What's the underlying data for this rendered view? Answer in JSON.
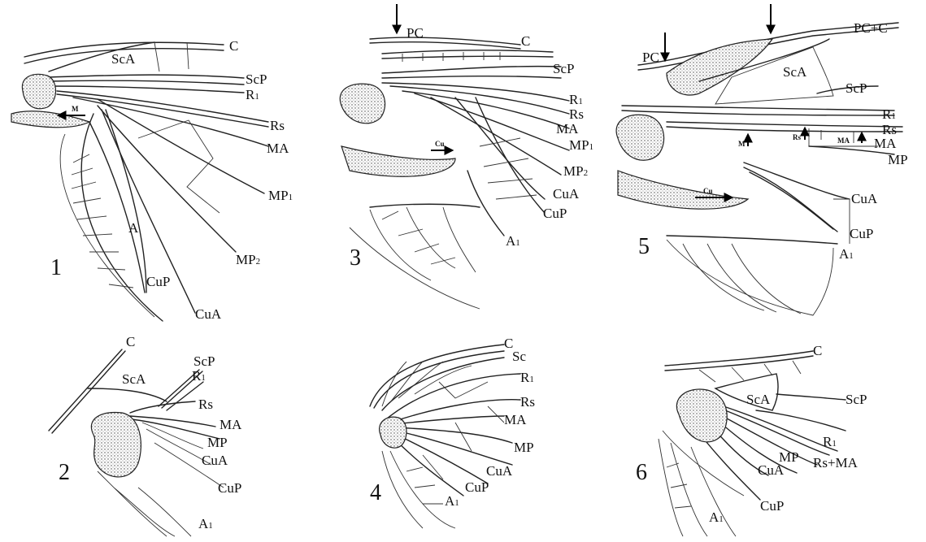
{
  "colors": {
    "ink": "#111111",
    "background": "#ffffff"
  },
  "figures": [
    {
      "number": "1",
      "labels": {
        "c": "C",
        "sca": "ScA",
        "scp": "ScP",
        "r1": "R",
        "r1_sub": "1",
        "m_arrow": "M",
        "rs": "Rs",
        "ma": "MA",
        "mp1": "MP",
        "mp1_sub": "1",
        "a": "A",
        "mp2": "MP",
        "mp2_sub": "2",
        "cup": "CuP",
        "cua": "CuA"
      }
    },
    {
      "number": "2",
      "labels": {
        "c": "C",
        "scp": "ScP",
        "sca": "ScA",
        "r1": "R",
        "r1_sub": "1",
        "rs": "Rs",
        "ma": "MA",
        "mp": "MP",
        "cua": "CuA",
        "cup": "CuP",
        "a1": "A",
        "a1_sub": "1"
      }
    },
    {
      "number": "3",
      "labels": {
        "pc": "PC",
        "c": "C",
        "scp": "ScP",
        "r1": "R",
        "r1_sub": "1",
        "rs": "Rs",
        "ma": "MA",
        "mp1": "MP",
        "mp1_sub": "1",
        "cu_arrow": "Cu",
        "mp2": "MP",
        "mp2_sub": "2",
        "cua": "CuA",
        "cup": "CuP",
        "a1": "A",
        "a1_sub": "1"
      }
    },
    {
      "number": "4",
      "labels": {
        "c": "C",
        "sc": "Sc",
        "r1": "R",
        "r1_sub": "1",
        "rs": "Rs",
        "ma": "MA",
        "mp": "MP",
        "cua": "CuA",
        "cup": "CuP",
        "a1": "A",
        "a1_sub": "1"
      }
    },
    {
      "number": "5",
      "labels": {
        "pc_c": "PC+C",
        "pc": "PC",
        "sca": "ScA",
        "scp": "ScP",
        "r1": "R",
        "r1_sub": "1",
        "rs": "Rs",
        "m_arrow": "M",
        "rs_arrow": "Rs",
        "ma_arrow": "MA",
        "ma": "MA",
        "mp": "MP",
        "cu_arrow": "Cu",
        "cua": "CuA",
        "cup": "CuP",
        "a1": "A",
        "a1_sub": "1"
      }
    },
    {
      "number": "6",
      "labels": {
        "c": "C",
        "sca": "ScA",
        "scp": "ScP",
        "r1": "R",
        "r1_sub": "1",
        "mp": "MP",
        "cua": "CuA",
        "rs_ma": "Rs+MA",
        "cup": "CuP",
        "a1": "A",
        "a1_sub": "1"
      }
    }
  ]
}
